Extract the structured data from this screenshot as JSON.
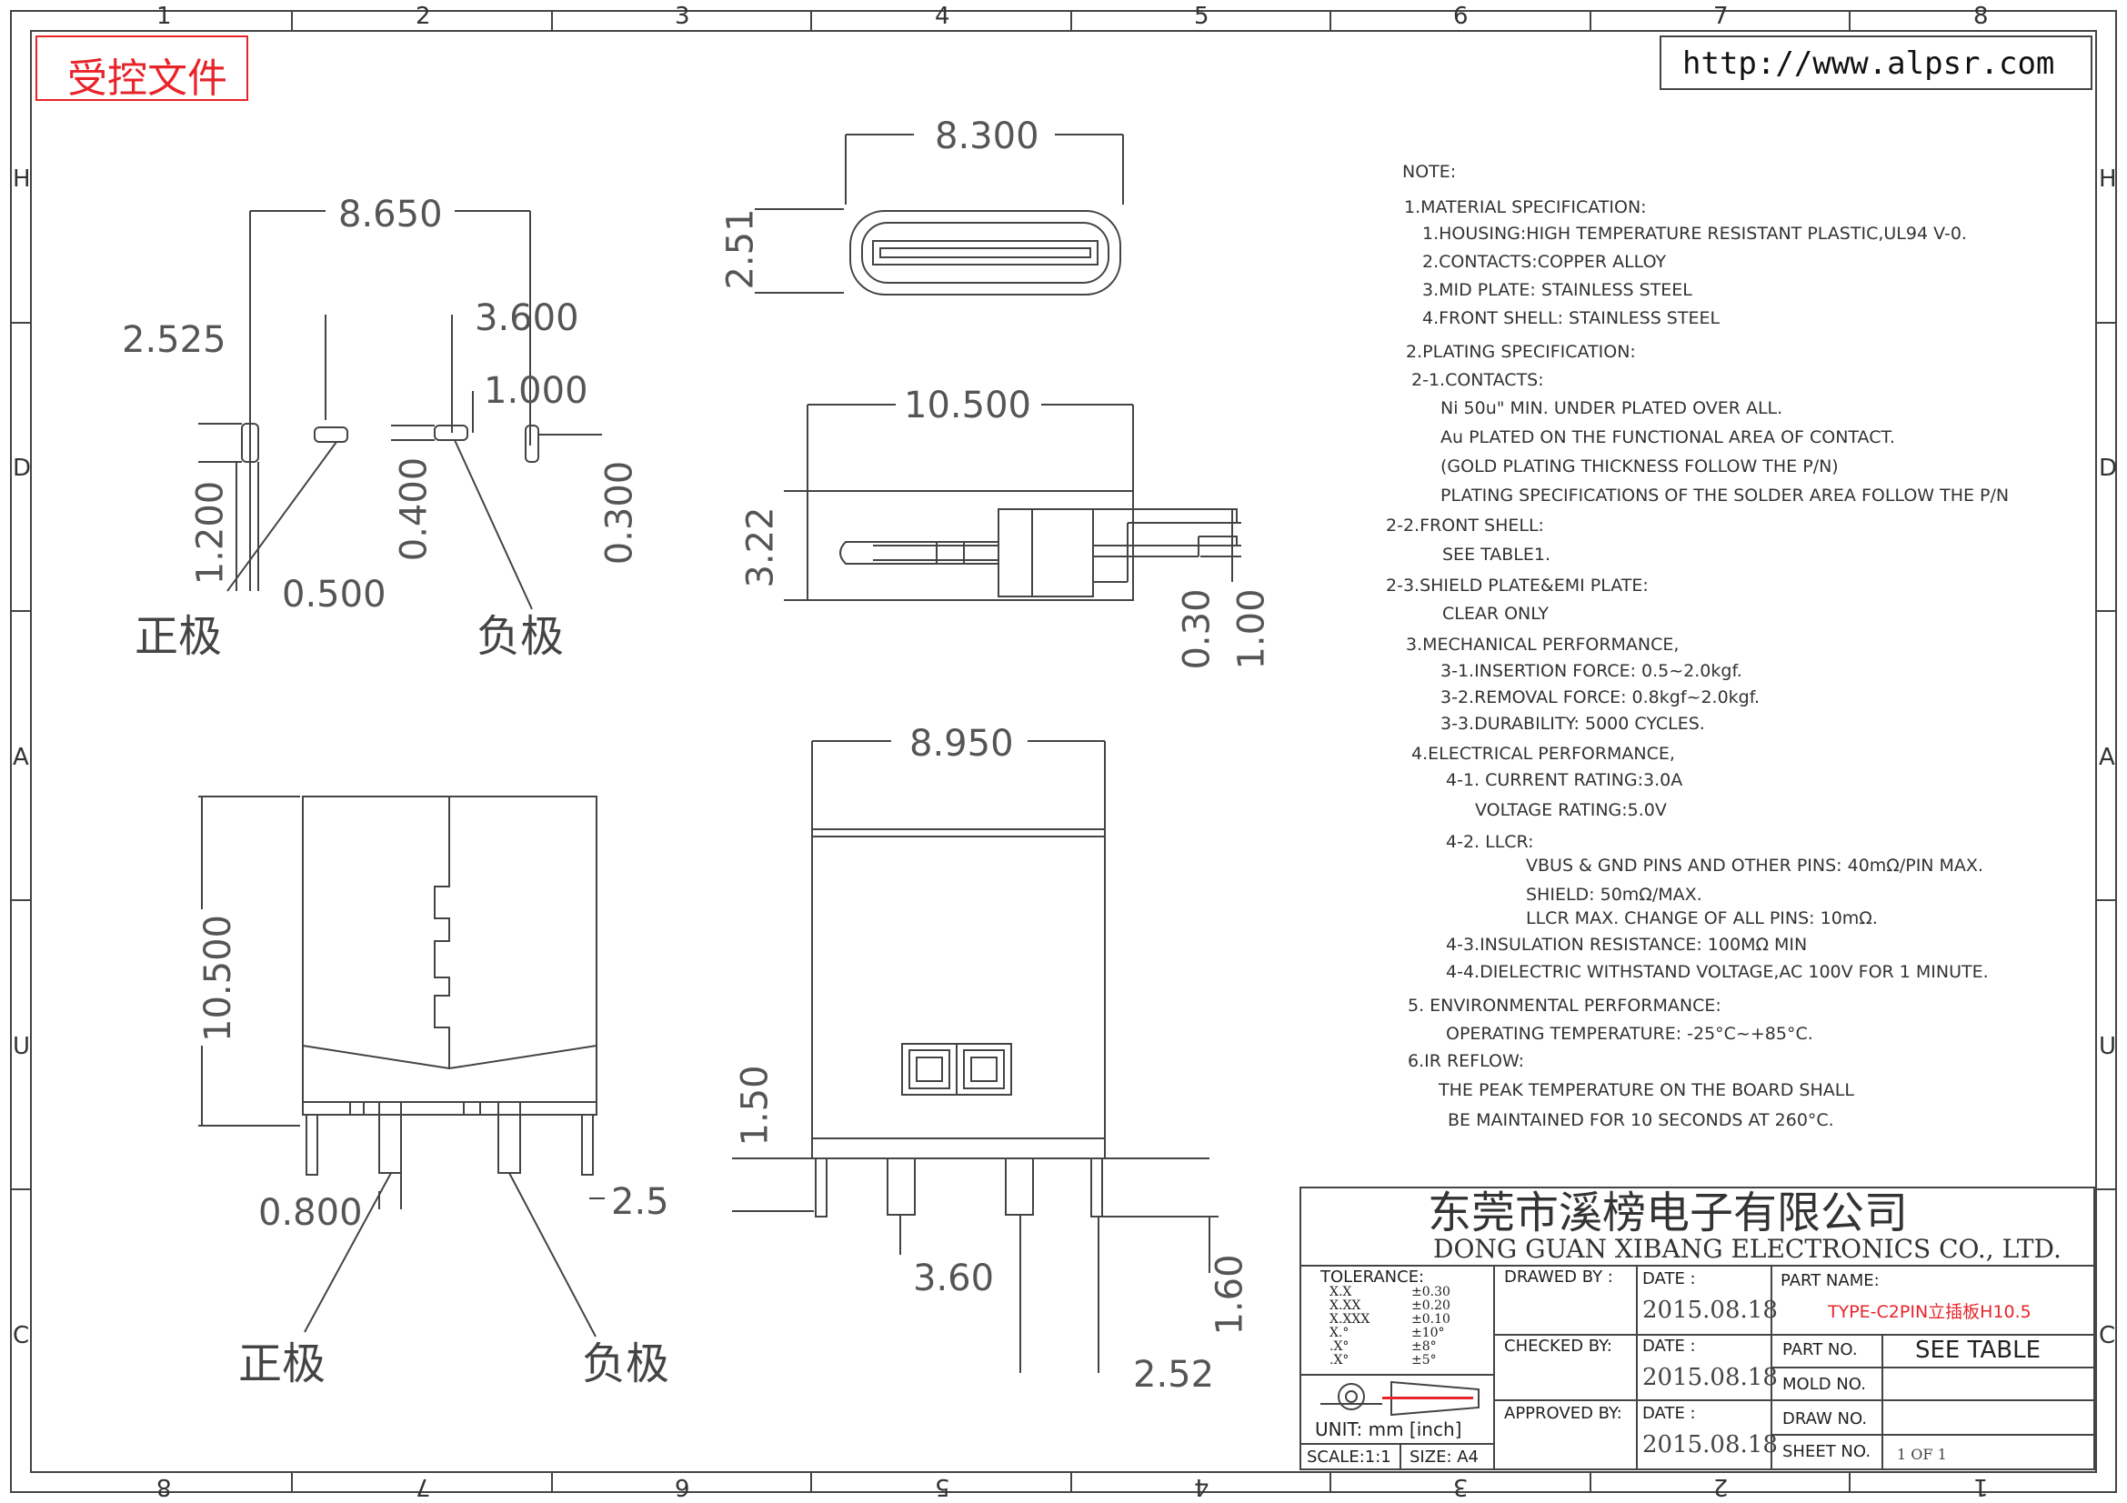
{
  "stamp": {
    "text": "受控文件",
    "color": "#e8242a"
  },
  "url_box": {
    "text": "http://www.alpsr.com"
  },
  "grid": {
    "top": [
      "1",
      "2",
      "3",
      "4",
      "5",
      "6",
      "7",
      "8"
    ],
    "bottom": [
      "8",
      "7",
      "6",
      "5",
      "4",
      "3",
      "2",
      "1"
    ],
    "left": [
      "H",
      "D",
      "A",
      "U",
      "C"
    ],
    "right": [
      "H",
      "D",
      "A",
      "U",
      "C"
    ]
  },
  "top_view": {
    "dims": {
      "overall": "8.650",
      "offset_left": "2.525",
      "offset_mid": "3.600",
      "pin_w2": "1.000",
      "pin_h1": "1.200",
      "pin_w1": "0.500",
      "pin_h2": "0.400",
      "pin_h3": "0.300"
    },
    "labels": {
      "positive": "正极",
      "negative": "负极"
    }
  },
  "front_view": {
    "dims": {
      "width": "8.300",
      "height": "2.51"
    }
  },
  "side_view": {
    "dims": {
      "length": "10.500",
      "height": "3.22",
      "t1": "0.30",
      "t2": "1.00"
    }
  },
  "bottom_left_view": {
    "dims": {
      "height": "10.500",
      "pin_w": "0.800",
      "pin_l": "2.5"
    },
    "labels": {
      "positive": "正极",
      "negative": "负极"
    }
  },
  "bottom_right_view": {
    "dims": {
      "width": "8.950",
      "standoff": "1.50",
      "pitch": "3.60",
      "pin_len": "1.60",
      "span": "2.52"
    }
  },
  "notes": {
    "title": "NOTE:",
    "lines": [
      "1.MATERIAL SPECIFICATION:",
      "1.HOUSING:HIGH TEMPERATURE RESISTANT PLASTIC,UL94 V-0.",
      "2.CONTACTS:COPPER ALLOY",
      "3.MID PLATE: STAINLESS STEEL",
      "4.FRONT SHELL: STAINLESS STEEL",
      "2.PLATING SPECIFICATION:",
      "2-1.CONTACTS:",
      "Ni 50u\" MIN. UNDER PLATED OVER ALL.",
      "Au PLATED ON THE FUNCTIONAL AREA OF CONTACT.",
      "(GOLD PLATING THICKNESS FOLLOW THE P/N)",
      "PLATING SPECIFICATIONS OF THE SOLDER AREA FOLLOW THE P/N",
      "2-2.FRONT SHELL:",
      "SEE TABLE1.",
      "2-3.SHIELD PLATE&EMI PLATE:",
      "CLEAR ONLY",
      "3.MECHANICAL PERFORMANCE,",
      "3-1.INSERTION FORCE: 0.5~2.0kgf.",
      "3-2.REMOVAL FORCE: 0.8kgf~2.0kgf.",
      "3-3.DURABILITY: 5000 CYCLES.",
      "4.ELECTRICAL PERFORMANCE,",
      "4-1. CURRENT RATING:3.0A",
      "VOLTAGE RATING:5.0V",
      "4-2. LLCR:",
      "VBUS & GND PINS AND OTHER PINS: 40mΩ/PIN MAX.",
      "SHIELD: 50mΩ/MAX.",
      "LLCR MAX. CHANGE OF ALL PINS: 10mΩ.",
      "4-3.INSULATION RESISTANCE: 100MΩ MIN",
      "4-4.DIELECTRIC WITHSTAND VOLTAGE,AC 100V FOR 1 MINUTE.",
      "5. ENVIRONMENTAL PERFORMANCE:",
      "OPERATING TEMPERATURE: -25°C~+85°C.",
      "6.IR REFLOW:",
      "THE PEAK TEMPERATURE ON THE BOARD SHALL",
      "BE MAINTAINED FOR 10 SECONDS AT 260°C."
    ]
  },
  "title_block": {
    "company_cn": "东莞市溪榜电子有限公司",
    "company_en": "DONG GUAN XIBANG ELECTRONICS CO., LTD.",
    "tolerance": {
      "label": "TOLERANCE:",
      "rows": [
        {
          "fmt": "X.X",
          "val": "±0.30"
        },
        {
          "fmt": "X.XX",
          "val": "±0.20"
        },
        {
          "fmt": "X.XXX",
          "val": "±0.10"
        },
        {
          "fmt": "X.°",
          "val": "±10°"
        },
        {
          "fmt": ".X°",
          "val": "±8°"
        },
        {
          "fmt": ".X°",
          "val": "±5°"
        }
      ]
    },
    "drawn_by": "DRAWED BY :",
    "checked_by": "CHECKED BY:",
    "approved_by": "APPROVED BY:",
    "date_label": "DATE :",
    "date1": "2015.08.18",
    "date2": "2015.08.18",
    "date3": "2015.08.18",
    "part_name_label": "PART NAME:",
    "part_name": "TYPE-C2PIN立插板H10.5",
    "part_no_label": "PART NO.",
    "part_no": "SEE TABLE",
    "mold_no_label": "MOLD NO.",
    "draw_no_label": "DRAW NO.",
    "sheet_label": "SHEET NO.",
    "sheet": "1 OF 1",
    "unit": "UNIT: mm [inch]",
    "scale": "SCALE:1:1",
    "size": "SIZE: A4"
  }
}
